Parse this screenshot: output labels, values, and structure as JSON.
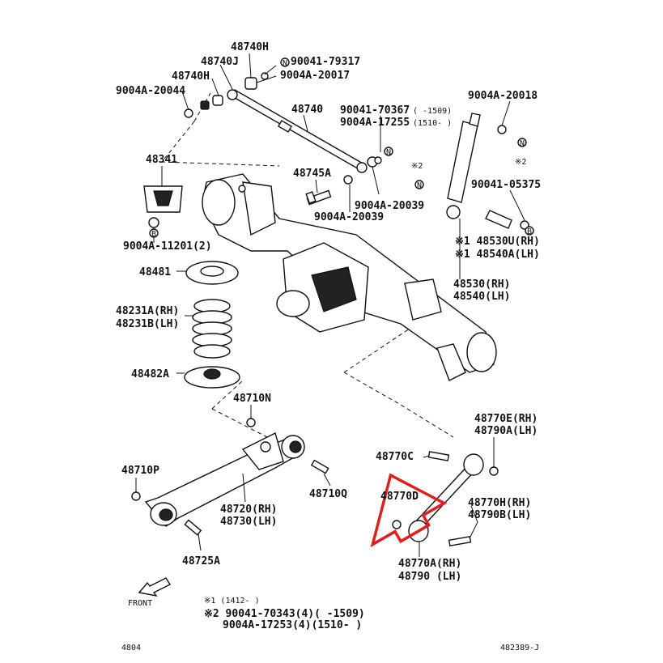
{
  "labels": {
    "p48740H_top": "48740H",
    "p48740J": "48740J",
    "p90041_79317": "90041-79317",
    "p48740H_left": "48740H",
    "p9004A_20017": "9004A-20017",
    "p9004A_20044": "9004A-20044",
    "p48740": "48740",
    "p90041_70367": "90041-70367",
    "p90041_70367_range": "(  -1509)",
    "p9004A_17255": "9004A-17255",
    "p9004A_17255_range": "(1510-  )",
    "p9004A_20018": "9004A-20018",
    "p48341": "48341",
    "p48745A": "48745A",
    "p9004A_20039": "9004A-20039",
    "p9004A_20039b": "9004A-20039",
    "p90041_05375": "90041-05375",
    "p9004A_11201": "9004A-11201(2)",
    "p48530U": "※1 48530U(RH)",
    "p48540A_top": "※1 48540A(LH)",
    "p48481": "48481",
    "p48530": "48530(RH)",
    "p48540": "48540(LH)",
    "p48231A": "48231A(RH)",
    "p48231B": "48231B(LH)",
    "p48482A": "48482A",
    "p48710N": "48710N",
    "p48770E": "48770E(RH)",
    "p48790A": "48790A(LH)",
    "p48770C": "48770C",
    "p48710P": "48710P",
    "p48770D": "48770D",
    "p48720": "48720(RH)",
    "p48730": "48730(LH)",
    "p48710Q": "48710Q",
    "p48770H": "48770H(RH)",
    "p48790B": "48790B(LH)",
    "p48725A": "48725A",
    "p48770A": "48770A(RH)",
    "p48790": "48790 (LH)",
    "front": "FRONT",
    "note1": "※1 (1412-  )",
    "note2a": "※2  90041-70343(4)(  -1509)",
    "note2b": "9004A-17253(4)(1510-  )",
    "footer_left": "4804",
    "footer_right": "482389-J",
    "mark_x2_a": "※2",
    "mark_x2_b": "※2",
    "circle_n": "N",
    "circle_b": "B"
  },
  "colors": {
    "line": "#111111",
    "highlight_arrow": "#e0201c",
    "background": "#ffffff"
  }
}
